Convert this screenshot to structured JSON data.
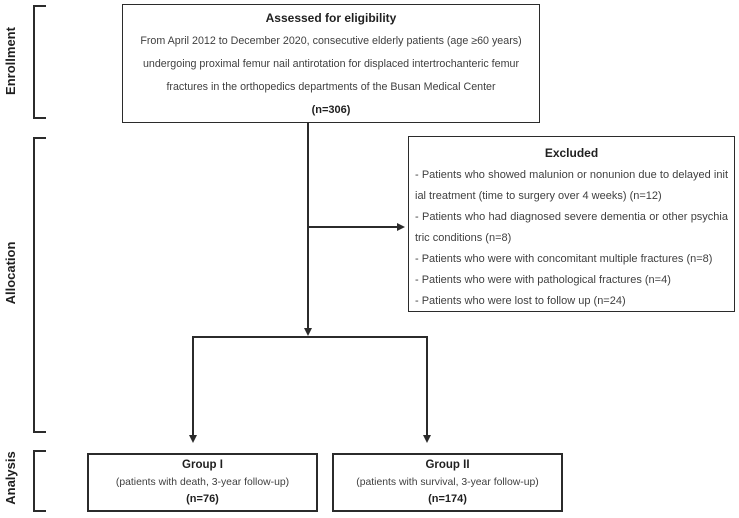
{
  "stages": {
    "enrollment": "Enrollment",
    "allocation": "Allocation",
    "analysis": "Analysis"
  },
  "eligibility_box": {
    "title": "Assessed for eligibility",
    "body": "From April 2012 to December 2020, consecutive elderly patients (age ≥60 years) undergoing proximal femur nail antirotation for displaced intertrochanteric femur fractures in the orthopedics departments of the Busan Medical Center",
    "n": "(n=306)"
  },
  "excluded_box": {
    "title": "Excluded",
    "items": [
      "- Patients who showed malunion or nonunion due to delayed initial treatment (time to surgery over 4 weeks) (n=12)",
      "- Patients who had diagnosed severe dementia or other psychiatric conditions (n=8)",
      "- Patients who were with concomitant multiple fractures (n=8)",
      "- Patients who were with pathological fractures (n=4)",
      "- Patients who were lost to follow up (n=24)"
    ]
  },
  "group1_box": {
    "title": "Group I",
    "subtitle": "(patients with death, 3-year follow-up)",
    "n": "(n=76)"
  },
  "group2_box": {
    "title": "Group II",
    "subtitle": "(patients with survival, 3-year follow-up)",
    "n": "(n=174)"
  },
  "colors": {
    "line": "#2b2b2b",
    "background": "#ffffff",
    "title_text": "#1f1f1f",
    "body_text": "#3f3f3f"
  }
}
